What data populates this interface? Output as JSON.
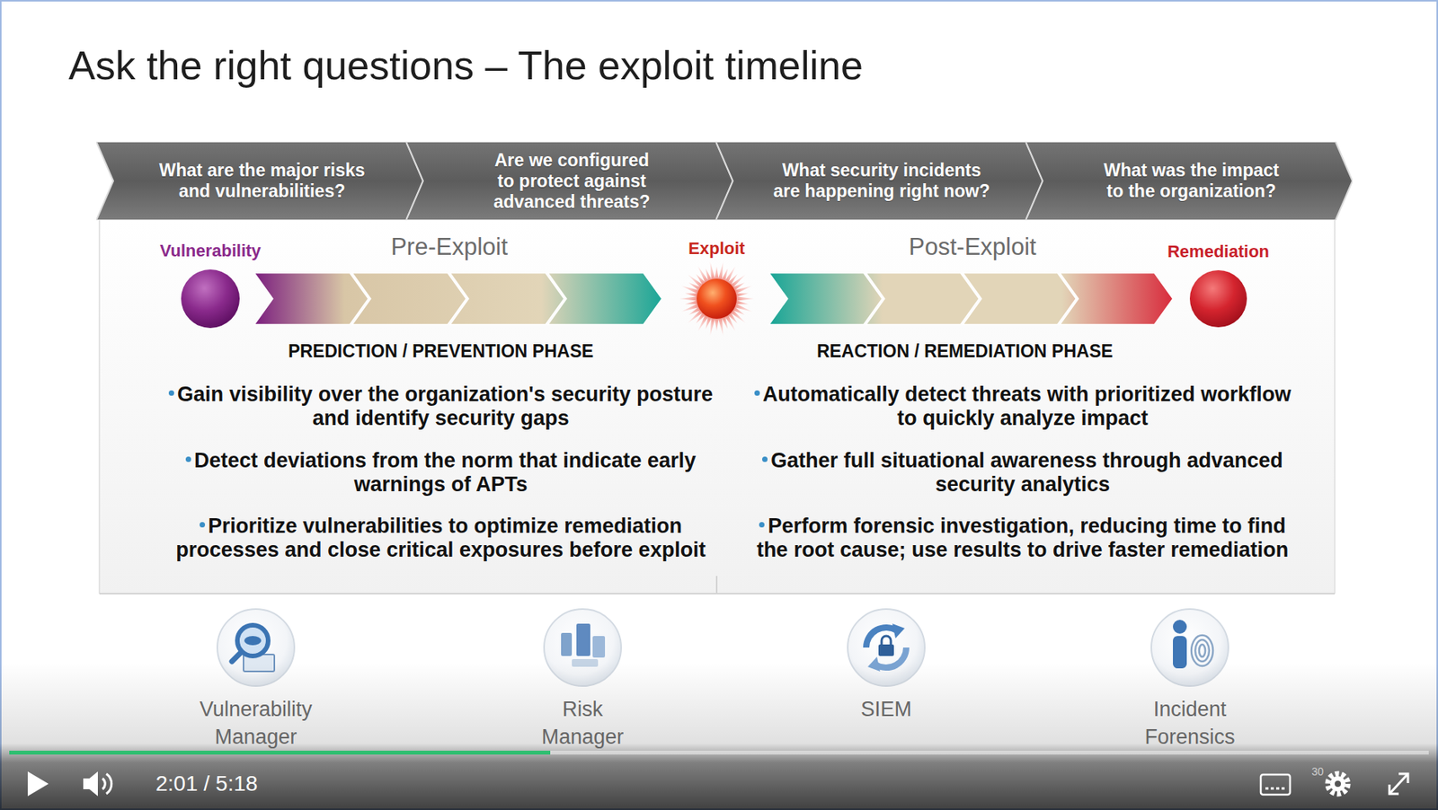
{
  "diagram": {
    "title": "Ask the right questions – The exploit timeline",
    "nodes": [
      {
        "text": [
          "What are the major risks and vulnerabilities?"
        ]
      },
      {
        "text": [
          "Are we configured to protect against advanced threats?"
        ]
      },
      {
        "text": [
          "What security incidents are happening right now?"
        ]
      },
      {
        "text": [
          "What was the impact to the organization?"
        ]
      },
      {
        "text": [
          "Vulnerability"
        ]
      },
      {
        "text": [
          "Exploit"
        ]
      },
      {
        "text": [
          "Remediation"
        ]
      }
    ],
    "edges": [
      {
        "from": 4,
        "to": 5,
        "arrow": "to"
      },
      {
        "from": 5,
        "to": 6,
        "arrow": "to"
      }
    ],
    "labels": [
      "Pre-Exploit",
      "Post-Exploit",
      "PREDICTION / PREVENTION PHASE",
      "Gain visibility over the organization's security posture and identify security gaps",
      "Detect deviations from the norm that indicate early warnings of APTs",
      "Prioritize vulnerabilities to optimize remediation processes and close critical exposures before exploit",
      "REACTION / REMEDIATION PHASE",
      "Automatically detect threats with prioritized workflow to quickly analyze impact",
      "Gather full situational awareness through advanced security analytics",
      "Perform forensic investigation, reducing time to find the root cause; use results to drive faster remediation",
      "Vulnerability Manager",
      "Risk Manager",
      "SIEM",
      "Incident Forensics",
      "2:01 / 5:18",
      "30"
    ]
  }
}
